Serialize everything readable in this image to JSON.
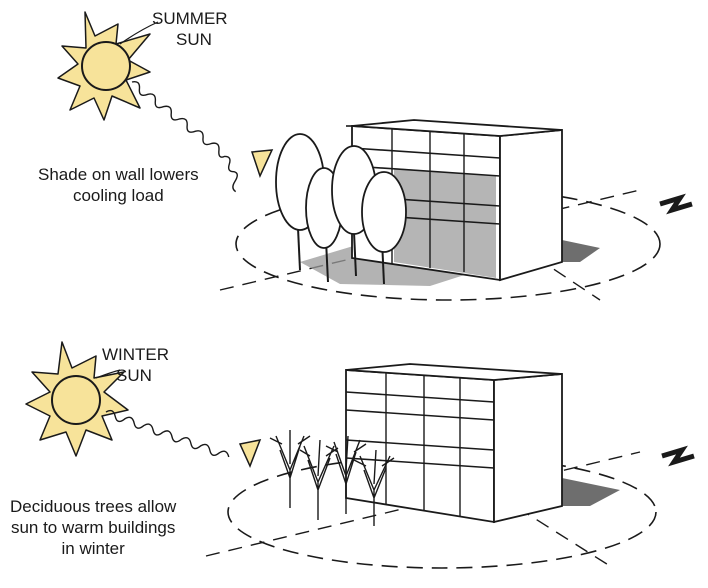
{
  "summer": {
    "sun_label": [
      "SUMMER",
      "SUN"
    ],
    "caption": [
      "Shade on wall lowers",
      "cooling load"
    ],
    "north_marker": "N"
  },
  "winter": {
    "sun_label": [
      "WINTER",
      "SUN"
    ],
    "caption": [
      "Deciduous trees allow",
      "sun to warm buildings",
      "in winter"
    ],
    "north_marker": "N"
  },
  "colors": {
    "sun_fill": "#f7e39a",
    "ink": "#1a1a1a",
    "shadow": "#8c8c8c",
    "wall_shade": "#b5b5b5"
  },
  "icons": [
    "sun-icon",
    "sun-ray-squiggle",
    "north-arrow-icon",
    "tree-icon",
    "building-icon"
  ]
}
